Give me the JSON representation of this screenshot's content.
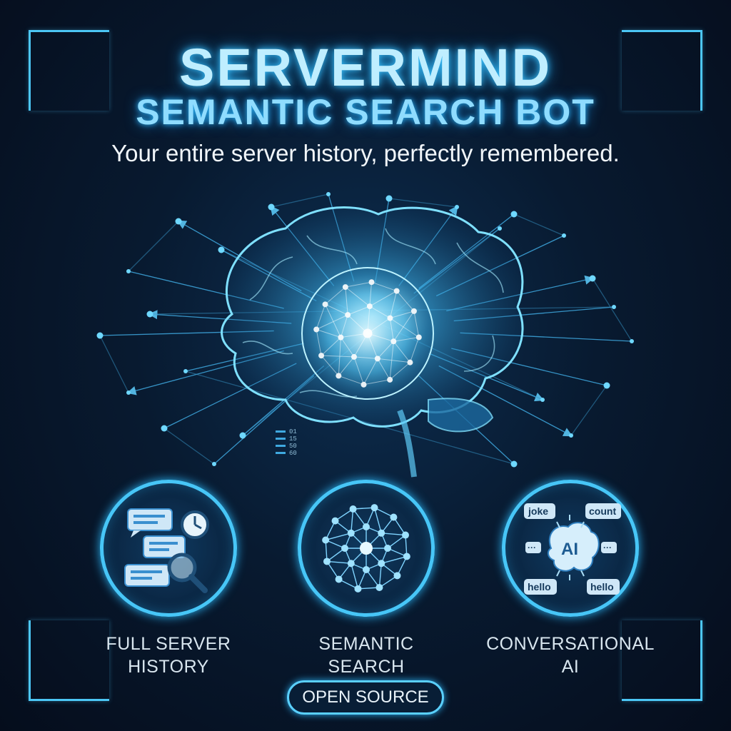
{
  "header": {
    "title": "SERVERMIND",
    "subtitle": "SEMANTIC SEARCH BOT",
    "tagline": "Your entire server history, perfectly remembered."
  },
  "hero": {
    "icon": "neural-brain-icon",
    "readout": [
      "01",
      "15",
      "50",
      "60"
    ]
  },
  "features": [
    {
      "label_line1": "FULL SERVER",
      "label_line2": "HISTORY",
      "icon": "chat-history-search-icon"
    },
    {
      "label_line1": "SEMANTIC",
      "label_line2": "SEARCH",
      "icon": "network-graph-icon"
    },
    {
      "label_line1": "CONVERSATIONAL",
      "label_line2": "AI",
      "icon": "ai-brain-chat-icon",
      "bubbles": [
        "joke",
        "count",
        "hello",
        "hello",
        "AI"
      ]
    }
  ],
  "badge": {
    "label": "OPEN SOURCE"
  },
  "colors": {
    "accent": "#47c6f7",
    "glow": "#2ab0ef",
    "background": "#081a30"
  }
}
